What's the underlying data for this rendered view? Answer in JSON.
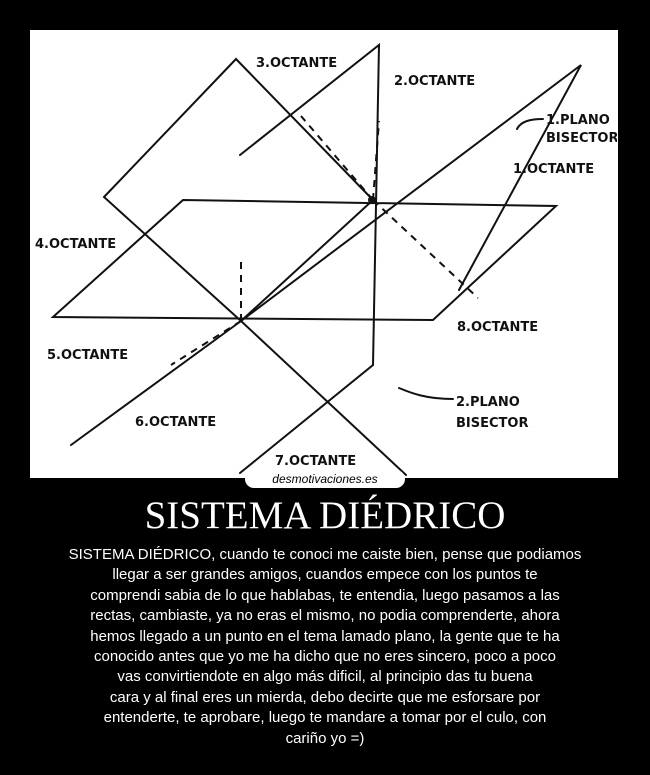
{
  "figure": {
    "labels": {
      "o1": "1.OCTANTE",
      "o2": "2.OCTANTE",
      "o3": "3.OCTANTE",
      "o4": "4.OCTANTE",
      "o5": "5.OCTANTE",
      "o6": "6.OCTANTE",
      "o7": "7.OCTANTE",
      "o8": "8.OCTANTE",
      "plano1_a": "1.PLANO",
      "plano1_b": "BISECTOR",
      "plano2_a": "2.PLANO",
      "plano2_b": "BISECTOR"
    }
  },
  "watermark": "desmotivaciones.es",
  "title": "SISTEMA DIÉDRICO",
  "body_lines": [
    "SISTEMA DIÉDRICO, cuando te conoci me caiste bien, pense que podiamos",
    "llegar a ser grandes amigos, cuandos empece con los puntos te",
    "comprendi sabia de lo que hablabas, te entendia, luego pasamos a las",
    "rectas, cambiaste, ya no eras el mismo, no podia comprenderte, ahora",
    "hemos llegado a un punto en el tema lamado plano, la gente que te ha",
    "conocido antes que yo me ha dicho que no eres sincero, poco a poco",
    "vas convirtiendote en algo más dificil, al principio das tu buena",
    "cara y al final eres un mierda, debo decirte que me esforsare por",
    "entenderte, te aprobare, luego te mandare a tomar por el culo, con",
    "cariño yo =)"
  ]
}
